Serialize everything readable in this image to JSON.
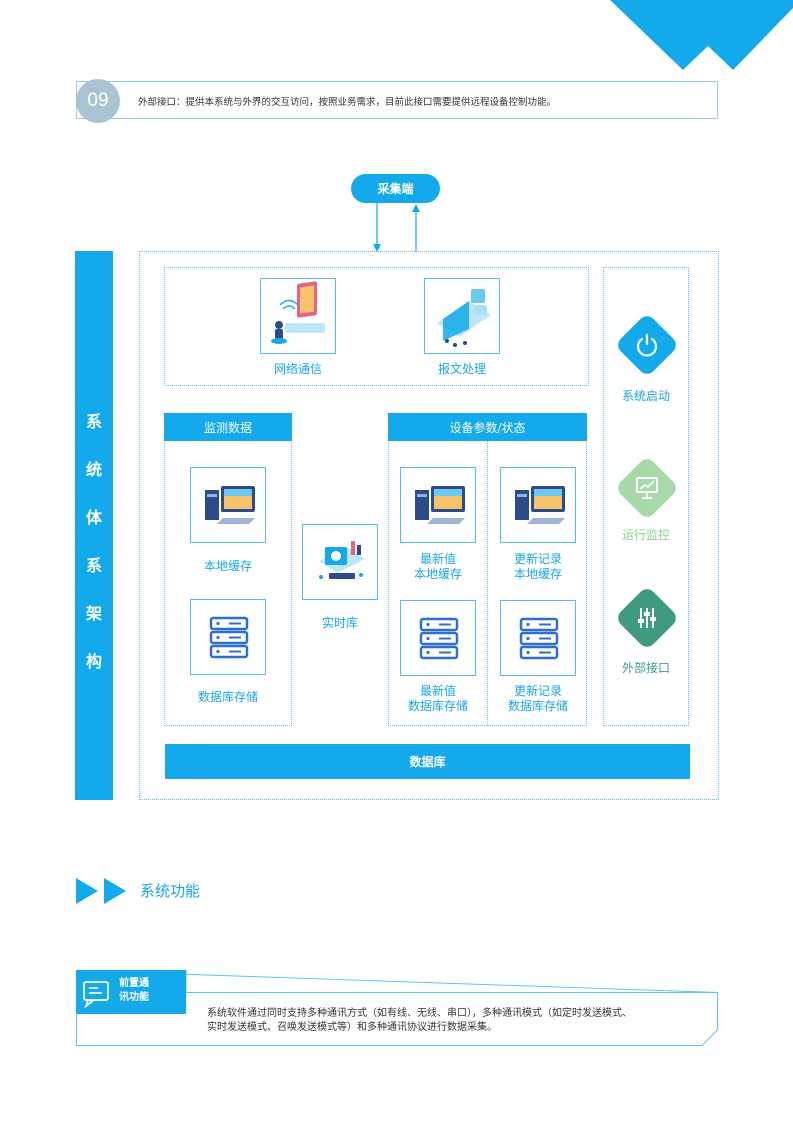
{
  "step": {
    "number": "09",
    "text": "外部接口：提供本系统与外界的交互访问，按照业务需求，目前此接口需要提供远程设备控制功能。"
  },
  "diagram": {
    "side_title": [
      "系",
      "统",
      "体",
      "系",
      "架",
      "构"
    ],
    "collector": "采集端",
    "top_items": [
      {
        "label": "网络通信",
        "icon": "network-communication-icon"
      },
      {
        "label": "报文处理",
        "icon": "message-processing-icon"
      }
    ],
    "monitor_header": "监测数据",
    "monitor_items": [
      {
        "label": "本地缓存",
        "icon": "computer-icon"
      },
      {
        "label": "数据库存储",
        "icon": "server-icon"
      }
    ],
    "realtime": {
      "label": "实时库",
      "icon": "realtime-dashboard-icon"
    },
    "device_header": "设备参数/状态",
    "device_items": [
      {
        "line1": "最新值",
        "line2": "本地缓存",
        "icon": "computer-icon"
      },
      {
        "line1": "更新记录",
        "line2": "本地缓存",
        "icon": "computer-icon"
      },
      {
        "line1": "最新值",
        "line2": "数据库存储",
        "icon": "server-icon"
      },
      {
        "line1": "更新记录",
        "line2": "数据库存储",
        "icon": "server-icon"
      }
    ],
    "right_items": [
      {
        "label": "系统启动",
        "icon": "power-icon",
        "color": "#13a9ea",
        "text_color": "#1ba6e6"
      },
      {
        "label": "运行监控",
        "icon": "monitor-chart-icon",
        "color": "#a8d9a8",
        "text_color": "#8fcf8f"
      },
      {
        "label": "外部接口",
        "icon": "sliders-icon",
        "color": "#3f9a80",
        "text_color": "#3f9a80"
      }
    ],
    "database": "数据库"
  },
  "section": {
    "title": "系统功能"
  },
  "card": {
    "tab_line1": "前置通",
    "tab_line2": "讯功能",
    "text_line1": "系统软件通过同时支持多种通讯方式（如有线、无线、串口），多种通讯模式（如定时发送模式、",
    "text_line2": "实时发送模式、召唤发送模式等）和多种通讯协议进行数据采集。"
  },
  "colors": {
    "accent": "#13a9ea",
    "step_circle": "#a9c3d3",
    "text_blue": "#1ba6e6"
  }
}
